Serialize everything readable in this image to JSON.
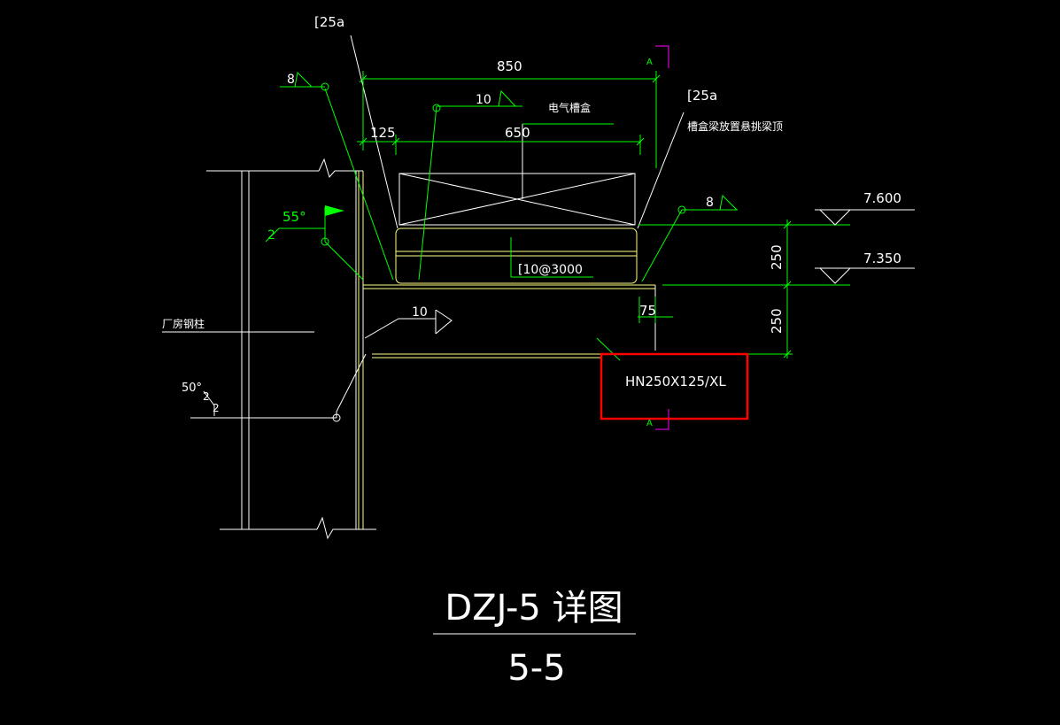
{
  "title": {
    "main": "DZJ-5 详图",
    "section": "5-5"
  },
  "labels": {
    "channel_top_left": "[25a",
    "channel_top_right": "[25a",
    "cable_tray": "电气槽盒",
    "tray_beam_note": "槽盒梁放置悬挑梁顶",
    "channel_spacing": "[10@3000",
    "column_label": "厂房钢柱",
    "beam_section": "HN250X125/XL",
    "section_mark_top": "A",
    "section_mark_bottom": "A"
  },
  "dimensions": {
    "overall_width": "850",
    "inner_width": "650",
    "left_offset": "125",
    "right_offset": "75",
    "height_upper": "250",
    "height_lower": "250"
  },
  "elevations": {
    "top": "7.600",
    "mid": "7.350"
  },
  "welds": {
    "weld_top_left": "8",
    "weld_top_center": "10",
    "weld_right": "8",
    "weld_beam": "10",
    "groove_angle_upper": "55°",
    "groove_gap_upper": "2",
    "groove_angle_lower": "50°",
    "groove_gap_lower_a": "2",
    "groove_gap_lower_b": "2"
  },
  "colors": {
    "background": "#000000",
    "annotation": "#ffffff",
    "dimension": "#00ff00",
    "steel": "#ffff80",
    "section_mark": "#ff00ff",
    "highlight": "#ff0000"
  }
}
